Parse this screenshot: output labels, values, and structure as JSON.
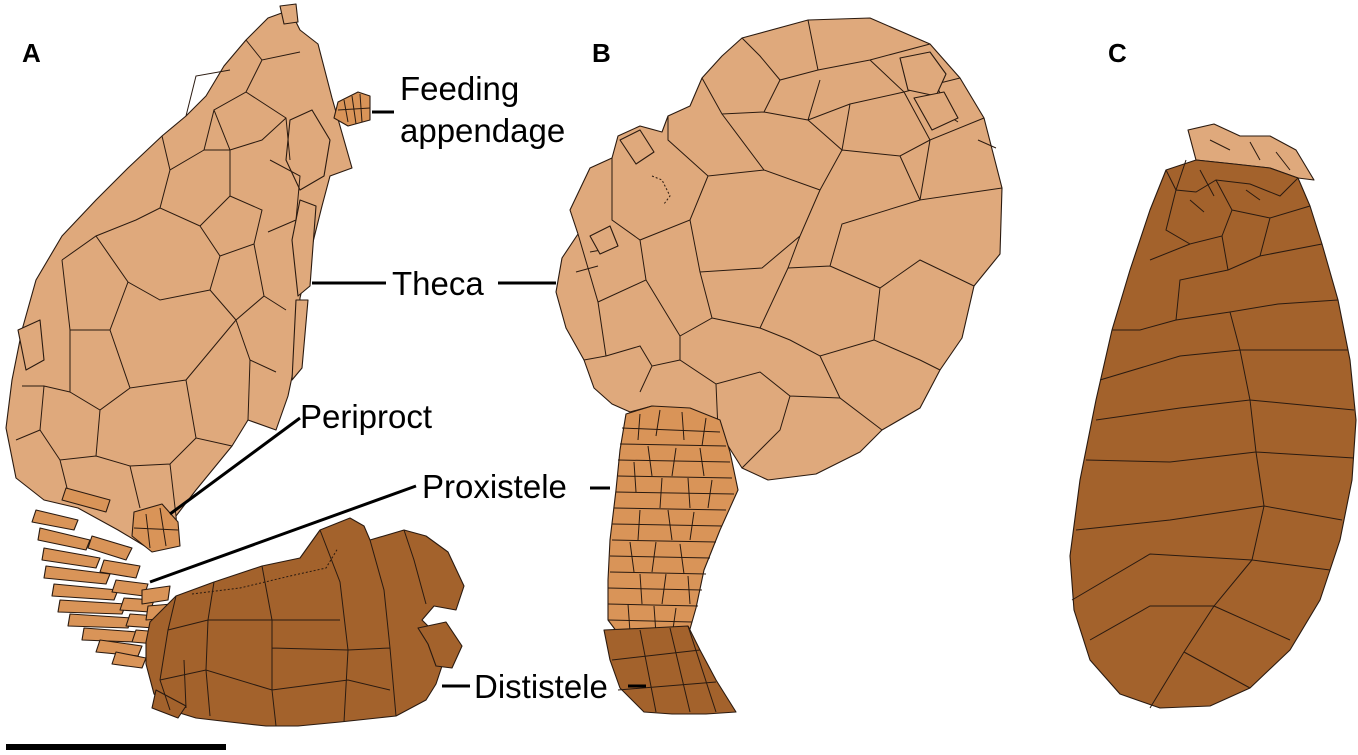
{
  "panels": {
    "a": "A",
    "b": "B",
    "c": "C"
  },
  "labels": {
    "feeding_appendage_line1": "Feeding",
    "feeding_appendage_line2": "appendage",
    "theca": "Theca",
    "periproct": "Periproct",
    "proxistele": "Proxistele",
    "dististele": "Dististele"
  },
  "colors": {
    "theca": "#dfa97c",
    "proxistele": "#d99458",
    "dististele": "#a3622c",
    "outline": "#2a1a10"
  }
}
